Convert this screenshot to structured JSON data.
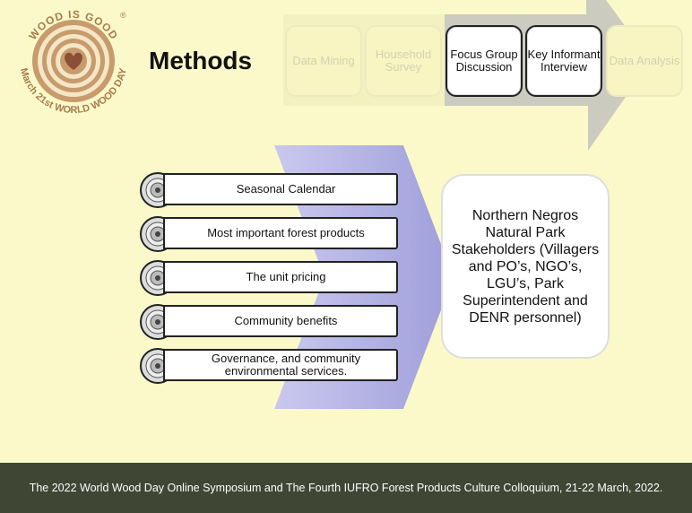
{
  "logo": {
    "text_top": "WOOD IS GOOD",
    "registered": "®",
    "text_bottom": "March 21st WORLD WOOD DAY"
  },
  "title": "Methods",
  "steps": [
    {
      "label": "Data Mining",
      "active": false
    },
    {
      "label": "Household Survey",
      "active": false
    },
    {
      "label": "Focus Group Discussion",
      "active": true
    },
    {
      "label": "Key Informant Interview",
      "active": true
    },
    {
      "label": "Data Analysis",
      "active": false
    }
  ],
  "items": [
    {
      "label": "Seasonal Calendar"
    },
    {
      "label": "Most important forest products"
    },
    {
      "label": "The unit pricing"
    },
    {
      "label": "Community benefits"
    },
    {
      "label": "Governance, and community environmental services."
    }
  ],
  "stakeholders": "Northern Negros Natural Park Stakeholders (Villagers and PO’s, NGO’s, LGU’s, Park Superintendent and DENR personnel)",
  "footer": "The 2022 World Wood Day Online Symposium and The Fourth IUFRO Forest Products Culture Colloquium, 21-22 March, 2022.",
  "colors": {
    "background": "#fbf9c9",
    "footer_bg": "#3f4633",
    "arrow_gray": "#c8c8bb",
    "chevron_blue": "#a9a8e0",
    "logo_brown": "#b5895c",
    "heart": "#8a4f36"
  }
}
